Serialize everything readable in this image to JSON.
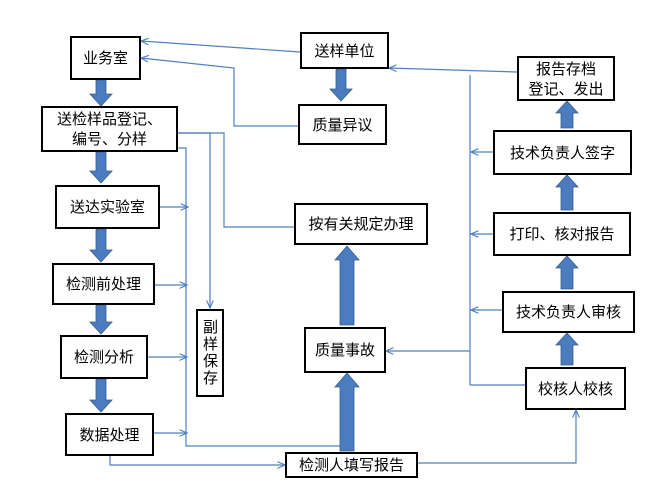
{
  "nodes": {
    "business_office": "业务室",
    "sample_sender": "送样单位",
    "quality_dispute": "质量异议",
    "sample_registration": "送检样品登记、\n编号、分样",
    "send_to_lab": "送达实验室",
    "pre_test_processing": "检测前处理",
    "test_analysis": "检测分析",
    "data_processing": "数据处理",
    "duplicate_sample_storage": "副样保存",
    "handle_per_regulations": "按有关规定办理",
    "quality_accident": "质量事故",
    "tester_fills_report": "检测人填写报告",
    "report_archive": "报告存档\n登记、发出",
    "tech_lead_signature": "技术负责人签字",
    "print_verify_report": "打印、核对报告",
    "tech_lead_review": "技术负责人审核",
    "checker_verification": "校核人校核"
  },
  "colors": {
    "thin_arrow": "#4f81bd",
    "thick_arrow": "#4a7cbf",
    "box_border": "#000000"
  }
}
